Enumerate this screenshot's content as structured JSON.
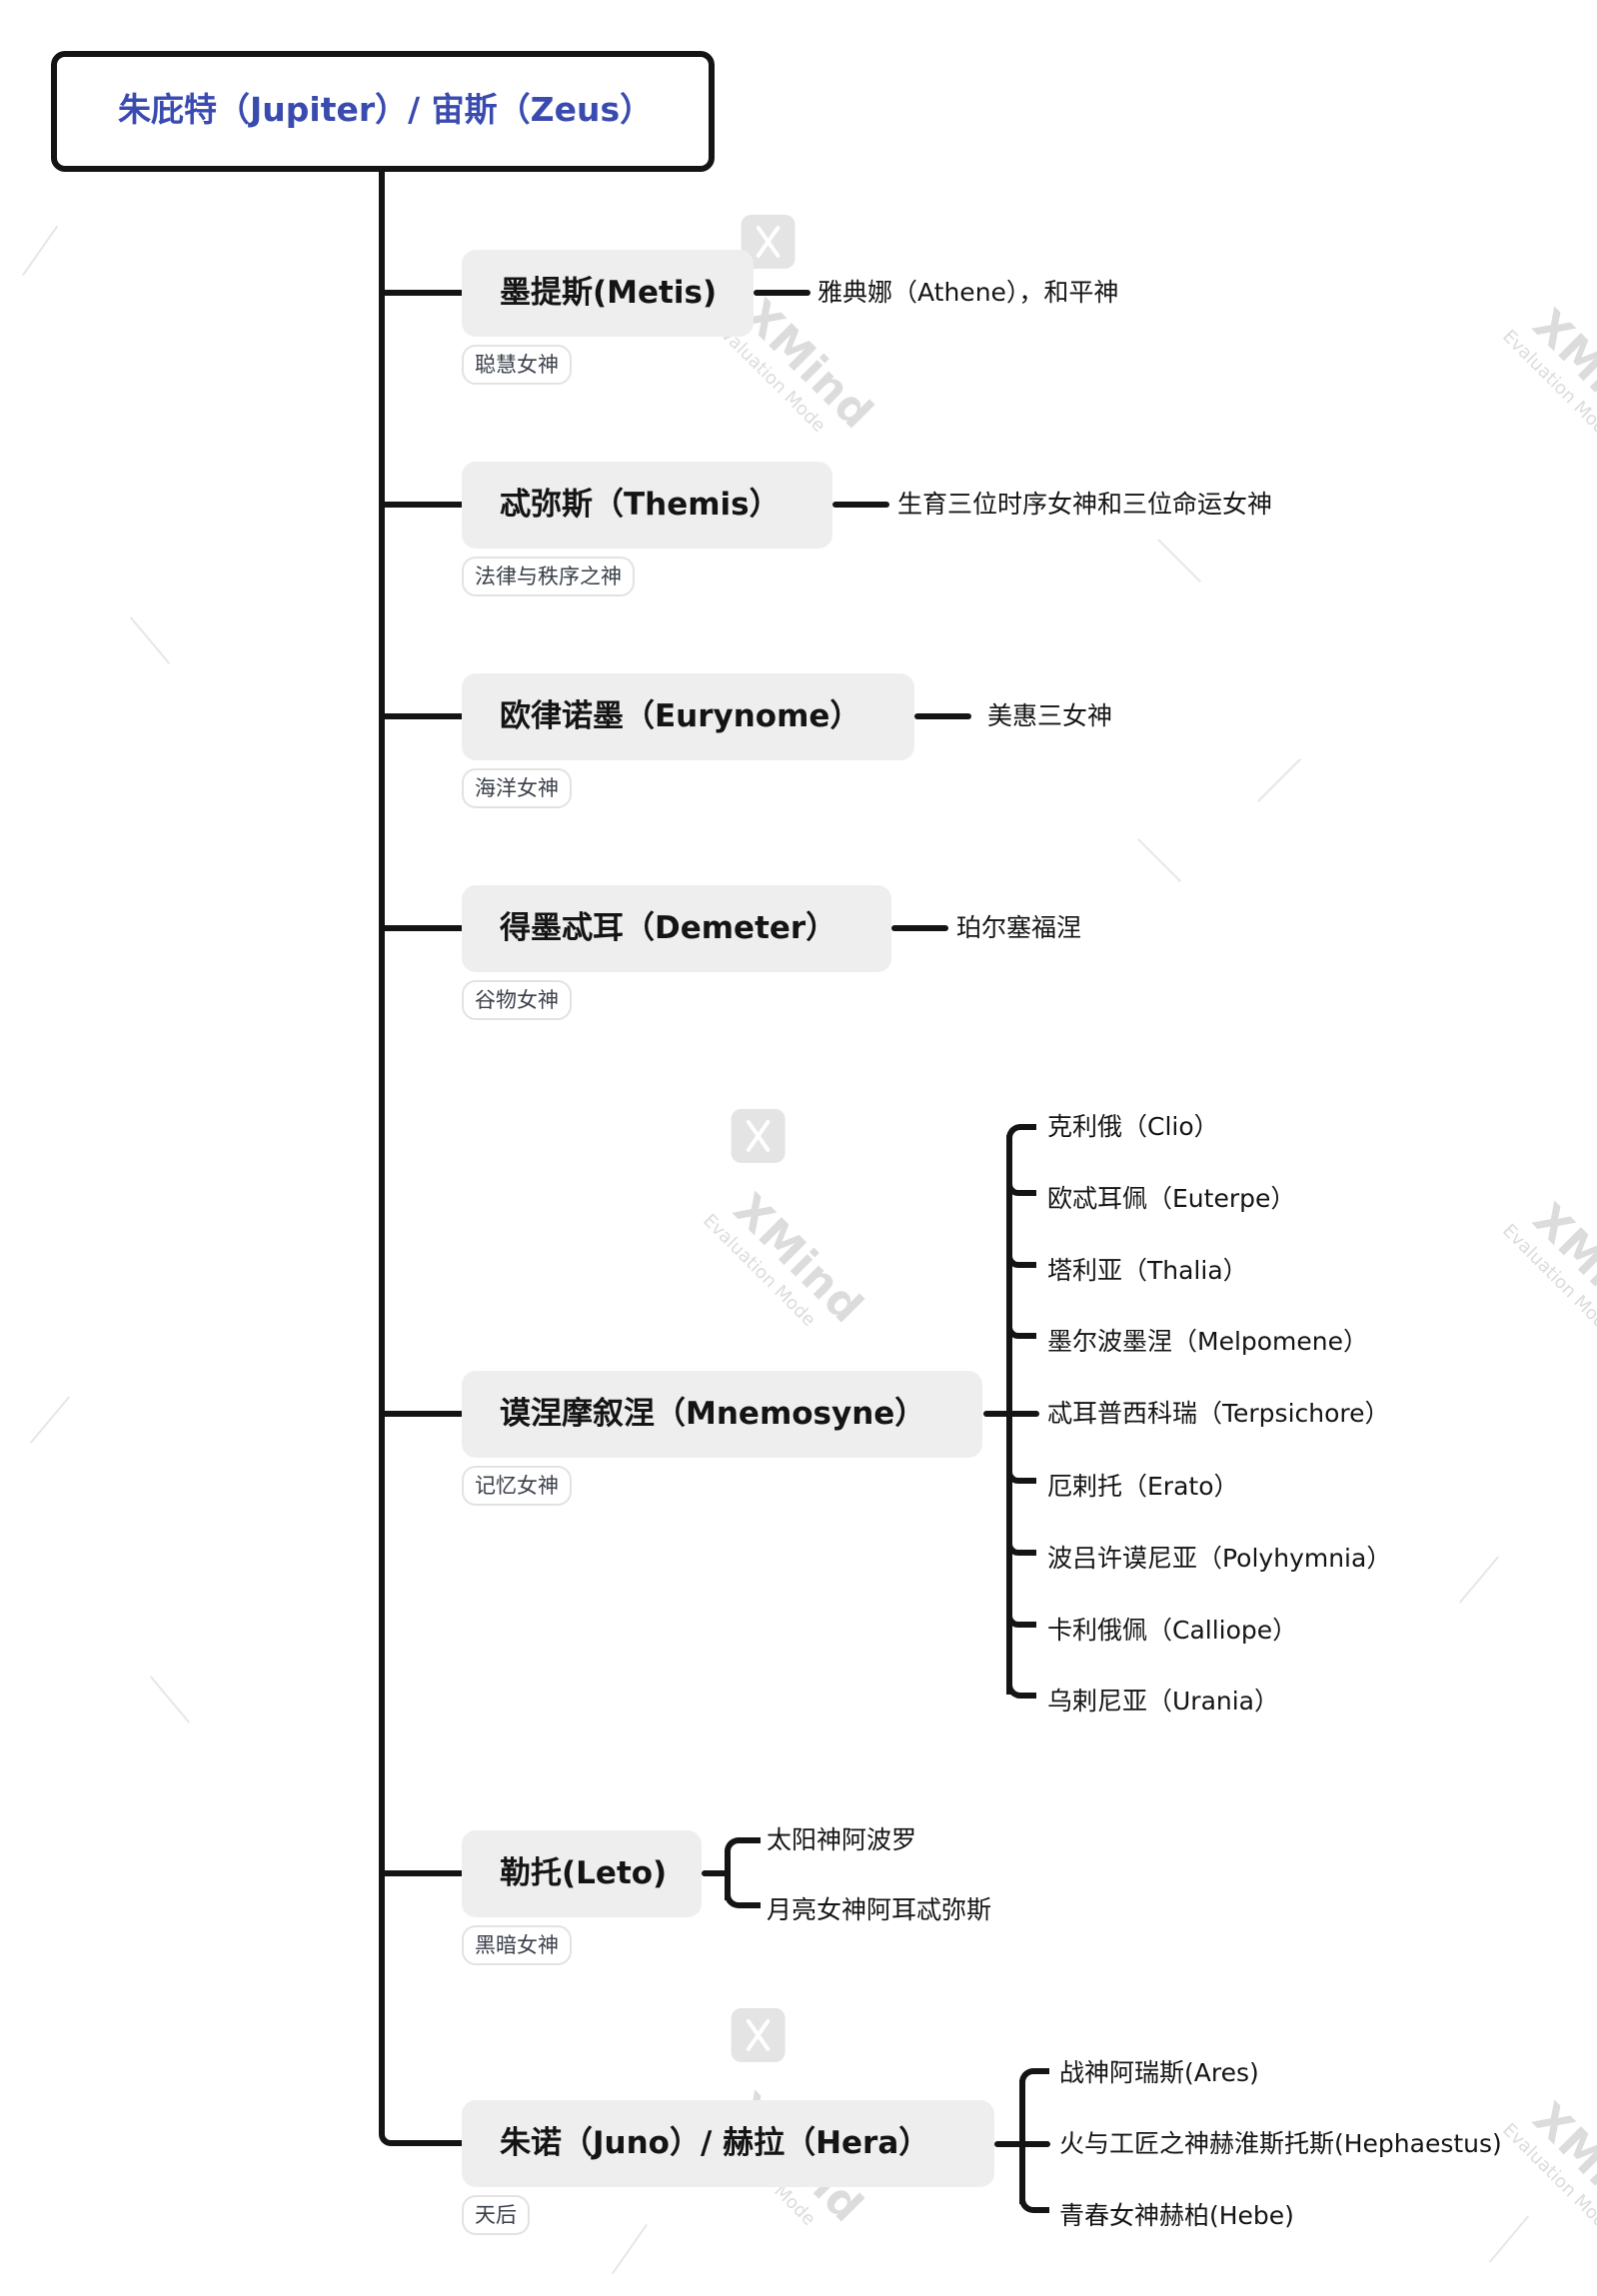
{
  "watermark": {
    "brand": "XMind",
    "subtitle": "Evaluation Mode"
  },
  "root": {
    "label": "朱庇特（Jupiter）/ 宙斯（Zeus）",
    "text_color": "#3a4bb0"
  },
  "branches": [
    {
      "label": "墨提斯(Metis)",
      "tag": "聪慧女神",
      "children": [
        "雅典娜（Athene），和平神"
      ]
    },
    {
      "label": "忒弥斯（Themis）",
      "tag": "法律与秩序之神",
      "children": [
        "生育三位时序女神和三位命运女神"
      ]
    },
    {
      "label": "欧律诺墨（Eurynome）",
      "tag": "海洋女神",
      "children": [
        "美惠三女神"
      ]
    },
    {
      "label": "得墨忒耳（Demeter）",
      "tag": "谷物女神",
      "children": [
        "珀尔塞福涅"
      ]
    },
    {
      "label": "谟涅摩叙涅（Mnemosyne）",
      "tag": "记忆女神",
      "children": [
        "克利俄（Clio）",
        "欧忒耳佩（Euterpe）",
        "塔利亚（Thalia）",
        "墨尔波墨涅（Melpomene）",
        "忒耳普西科瑞（Terpsichore）",
        "厄剌托（Erato）",
        "波吕许谟尼亚（Polyhymnia）",
        "卡利俄佩（Calliope）",
        "乌剌尼亚（Urania）"
      ]
    },
    {
      "label": "勒托(Leto)",
      "tag": "黑暗女神",
      "children": [
        "太阳神阿波罗",
        "月亮女神阿耳忒弥斯"
      ]
    },
    {
      "label": "朱诺（Juno）/ 赫拉（Hera）",
      "tag": "天后",
      "children": [
        "战神阿瑞斯(Ares)",
        "火与工匠之神赫淮斯托斯(Hephaestus)",
        "青春女神赫柏(Hebe)"
      ]
    }
  ]
}
